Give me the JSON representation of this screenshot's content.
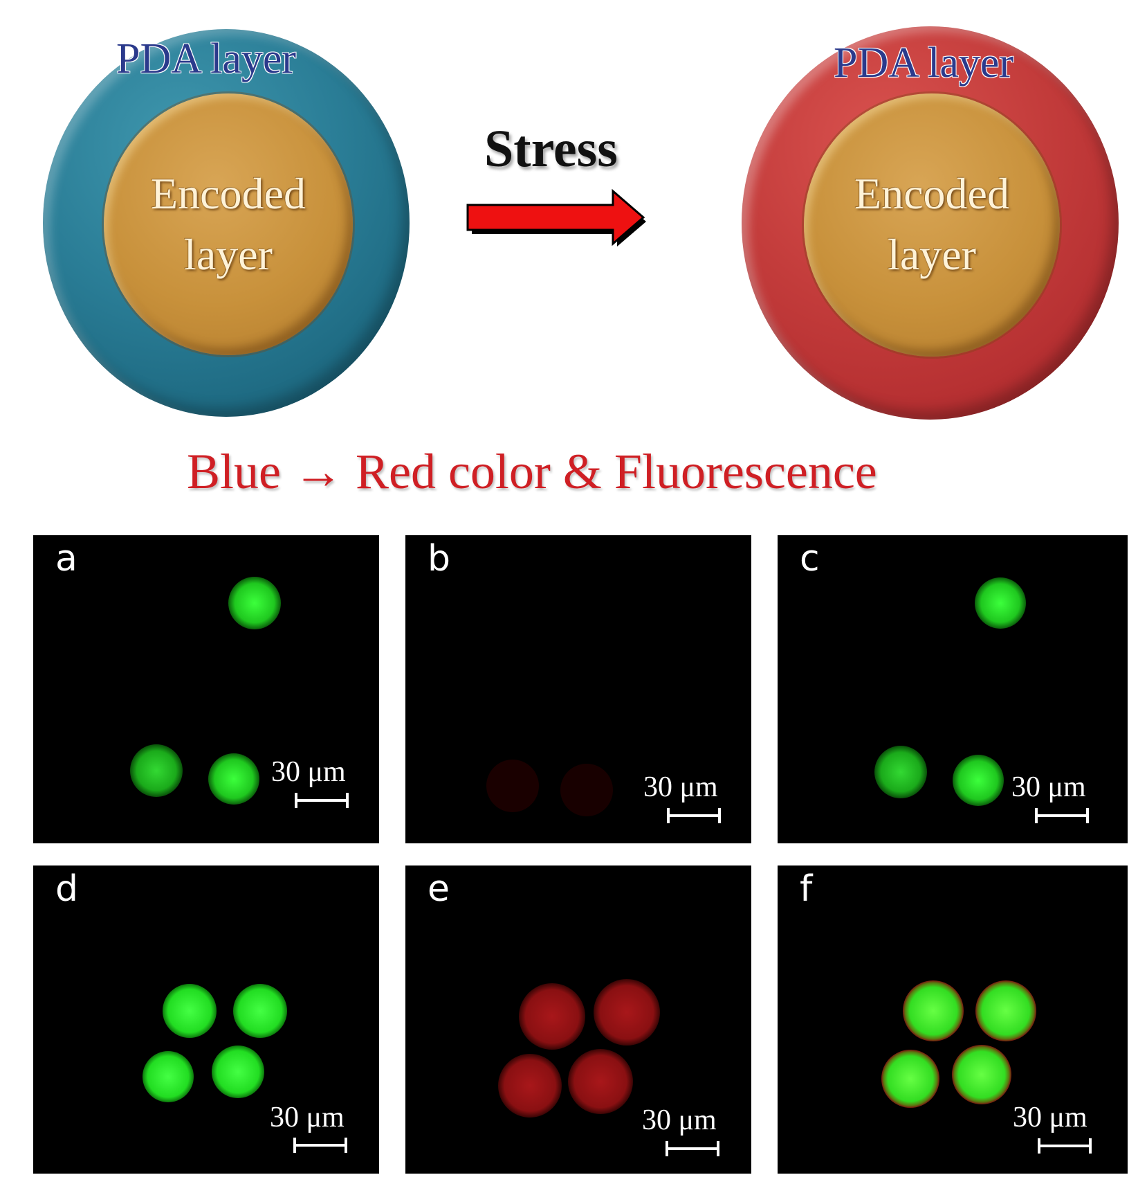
{
  "schematic": {
    "left_shell_label": "PDA layer",
    "left_core_line1": "Encoded",
    "left_core_line2": "layer",
    "right_shell_label": "PDA layer",
    "right_core_line1": "Encoded",
    "right_core_line2": "layer",
    "arrow_label": "Stress",
    "colors": {
      "left_shell": "#2a7d96",
      "right_shell": "#c33c3b",
      "core": "#c8913b",
      "arrow": "#ee1111"
    }
  },
  "caption": "Blue → Red color & Fluorescence",
  "panels": [
    {
      "label": "a",
      "scale": "30 μm"
    },
    {
      "label": "b",
      "scale": "30 μm"
    },
    {
      "label": "c",
      "scale": "30 μm"
    },
    {
      "label": "d",
      "scale": "30 μm"
    },
    {
      "label": "e",
      "scale": "30 μm"
    },
    {
      "label": "f",
      "scale": "30 μm"
    }
  ]
}
